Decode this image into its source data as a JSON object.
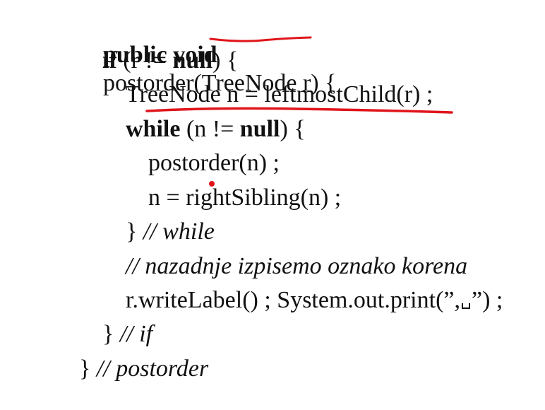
{
  "code": {
    "line1": {
      "kw": "public void",
      "name": "postorder",
      "rest": "(TreeNode r) {"
    },
    "line2": {
      "kw_if": "if",
      "mid": " (r != ",
      "kw_null": "null",
      "rest": ") {"
    },
    "line3": {
      "text": "TreeNode n = leftmostChild(r) ;"
    },
    "line4": {
      "kw_while": "while",
      "mid": " (n != ",
      "kw_null": "null",
      "rest": ") {"
    },
    "line5": {
      "text": "postorder(n) ;"
    },
    "line6": {
      "text": "n = rightSibling(n) ;"
    },
    "line7": {
      "brace": "}",
      "comment": " // while"
    },
    "line8": {
      "comment": "// nazadnje izpisemo oznako korena"
    },
    "line9": {
      "pre": "r.writeLabel() ; System.out.print(”,",
      "post": "”) ;"
    },
    "line10": {
      "brace": "}",
      "comment": " // if"
    },
    "line11": {
      "brace": "}",
      "comment": " // postorder"
    }
  },
  "colors": {
    "annotation": "#e0151b",
    "text": "#111111",
    "background": "#ffffff"
  }
}
